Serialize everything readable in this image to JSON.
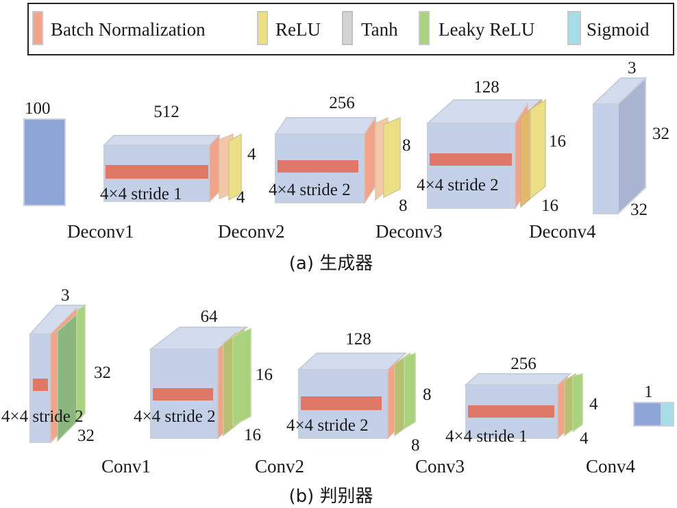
{
  "legend": {
    "items": [
      {
        "label": "Batch Normalization",
        "color": "#f2a48a"
      },
      {
        "label": "ReLU",
        "color": "#ecdf86"
      },
      {
        "label": "Tanh",
        "color": "#d4d4d4"
      },
      {
        "label": "Leaky ReLU",
        "color": "#a8d27c"
      },
      {
        "label": "Sigmoid",
        "color": "#a6dde6"
      }
    ]
  },
  "generator": {
    "caption": "(a) 生成器",
    "input_dim": "100",
    "layers": [
      {
        "name": "Deconv1",
        "channels": "512",
        "h": "4",
        "w": "4",
        "kernel": "4×4 stride 1"
      },
      {
        "name": "Deconv2",
        "channels": "256",
        "h": "8",
        "w": "8",
        "kernel": "4×4 stride 2"
      },
      {
        "name": "Deconv3",
        "channels": "128",
        "h": "16",
        "w": "16",
        "kernel": "4×4 stride 2"
      },
      {
        "name": "Deconv4",
        "channels": "3",
        "h": "32",
        "w": "32"
      }
    ]
  },
  "discriminator": {
    "caption": "(b) 判别器",
    "output_dim": "1",
    "layers": [
      {
        "name": "Conv1",
        "channels": "3",
        "h": "32",
        "w": "32",
        "kernel": "4×4 stride 2"
      },
      {
        "name": "Conv2",
        "channels": "64",
        "h": "16",
        "w": "16",
        "kernel": "4×4 stride 2"
      },
      {
        "name": "Conv3",
        "channels": "128",
        "h": "8",
        "w": "8",
        "kernel": "4×4 stride 2"
      },
      {
        "name": "Conv4",
        "channels": "256",
        "h": "4",
        "w": "4",
        "kernel": "4×4 stride 1"
      }
    ]
  },
  "colors": {
    "block_front": "#c3d0e8",
    "block_top": "#d3dcee",
    "block_side": "#b6c3dd",
    "vector": "#8ea5d8",
    "kernel": "#e07868",
    "bn": "#f2a48a",
    "relu": "#ecdf86",
    "tanh": "#d4d4d4",
    "leaky": "#a8d27c",
    "sigmoid": "#a6dde6"
  }
}
